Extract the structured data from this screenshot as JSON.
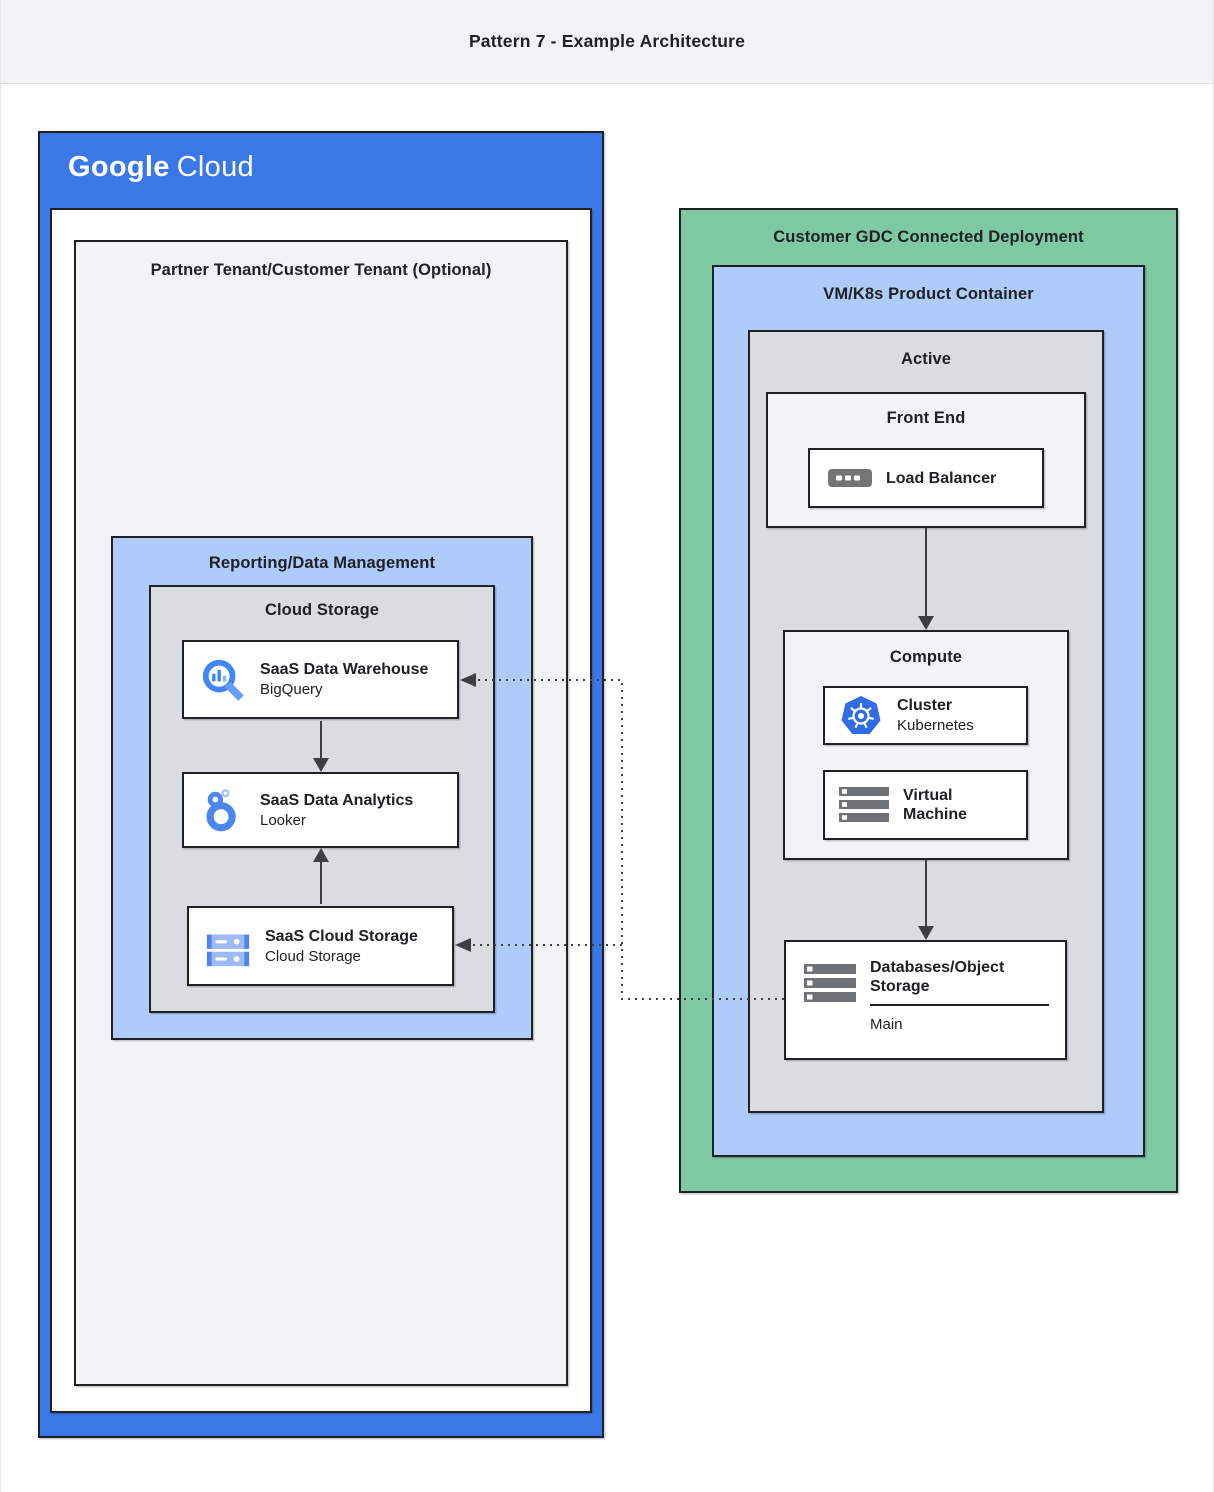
{
  "page": {
    "title": "Pattern 7 - Example Architecture"
  },
  "google_cloud": {
    "logo": {
      "google": "Google",
      "cloud": "Cloud"
    },
    "partner_tenant": {
      "title": "Partner Tenant/Customer Tenant (Optional)",
      "reporting": {
        "title": "Reporting/Data Management",
        "cloud_storage": {
          "title": "Cloud Storage",
          "cards": [
            {
              "title": "SaaS Data Warehouse",
              "subtitle": "BigQuery",
              "icon": "bigquery-icon"
            },
            {
              "title": "SaaS Data Analytics",
              "subtitle": "Looker",
              "icon": "looker-icon"
            },
            {
              "title": "SaaS Cloud Storage",
              "subtitle": "Cloud Storage",
              "icon": "cloud-storage-icon"
            }
          ]
        }
      }
    }
  },
  "gdc": {
    "title": "Customer GDC Connected Deployment",
    "vm_k8s": {
      "title": "VM/K8s Product Container",
      "active": {
        "title": "Active",
        "front_end": {
          "title": "Front End",
          "load_balancer": {
            "title": "Load Balancer",
            "icon": "load-balancer-icon"
          }
        },
        "compute": {
          "title": "Compute",
          "cards": [
            {
              "title": "Cluster",
              "subtitle": "Kubernetes",
              "icon": "kubernetes-icon"
            },
            {
              "title": "Virtual Machine",
              "icon": "virtual-machine-icon"
            }
          ]
        },
        "database": {
          "title": "Databases/Object Storage",
          "label": "Main",
          "icon": "server-stack-icon"
        }
      }
    }
  },
  "colors": {
    "google_blue": "#3b78e7",
    "light_blue": "#aecbfa",
    "green": "#7fc9a2",
    "panel_gray": "#d9dce0",
    "light_gray": "#f1f3f4",
    "connector": "#3c4043",
    "icon_blue": "#4285f4",
    "icon_light_blue": "#9db9f7",
    "k8s_blue": "#326ce5",
    "icon_gray": "#6e7276"
  }
}
